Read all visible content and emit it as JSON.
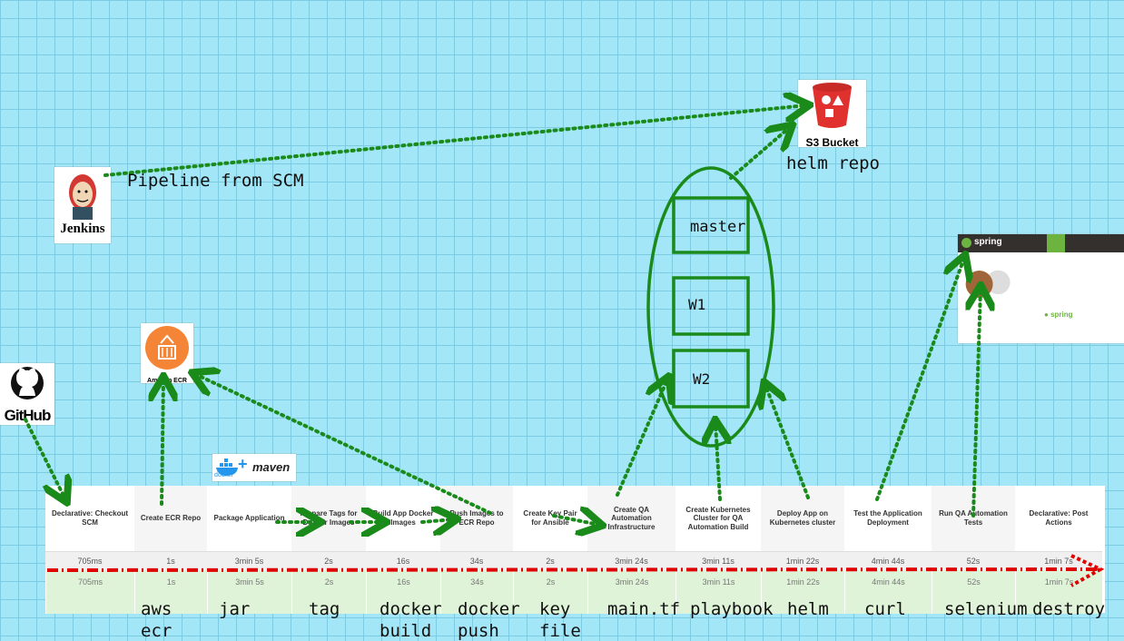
{
  "labels": {
    "pipeline": "Pipeline from SCM",
    "helm_repo": "helm repo",
    "master": "master",
    "w1": "W1",
    "w2": "W2"
  },
  "logos": {
    "jenkins": "Jenkins",
    "github": "GitHub",
    "ecr": "Amazon ECR",
    "s3": "S3 Bucket",
    "docker": "docker",
    "maven": "maven",
    "spring": "spring"
  },
  "stages": [
    {
      "name": "Declarative: Checkout SCM",
      "avg": "705ms",
      "run": "705ms"
    },
    {
      "name": "Create ECR Repo",
      "avg": "1s",
      "run": "1s"
    },
    {
      "name": "Package Application",
      "avg": "3min 5s",
      "run": "3min 5s"
    },
    {
      "name": "Prepare Tags for Docker Images",
      "avg": "2s",
      "run": "2s"
    },
    {
      "name": "Build App Docker Images",
      "avg": "16s",
      "run": "16s"
    },
    {
      "name": "Push Images to ECR Repo",
      "avg": "34s",
      "run": "34s"
    },
    {
      "name": "Create Key Pair for Ansible",
      "avg": "2s",
      "run": "2s"
    },
    {
      "name": "Create QA Automation Infrastructure",
      "avg": "3min 24s",
      "run": "3min 24s"
    },
    {
      "name": "Create Kubernetes Cluster for QA Automation Build",
      "avg": "3min 11s",
      "run": "3min 11s"
    },
    {
      "name": "Deploy App on Kubernetes cluster",
      "avg": "1min 22s",
      "run": "1min 22s"
    },
    {
      "name": "Test the Application Deployment",
      "avg": "4min 44s",
      "run": "4min 44s"
    },
    {
      "name": "Run QA Automation Tests",
      "avg": "52s",
      "run": "52s"
    },
    {
      "name": "Declarative: Post Actions",
      "avg": "1min 7s",
      "run": "1min 7s"
    }
  ],
  "bottom_words": [
    {
      "top": "aws",
      "bottom": "ecr"
    },
    {
      "top": "jar",
      "bottom": ""
    },
    {
      "top": "tag",
      "bottom": ""
    },
    {
      "top": "docker",
      "bottom": "build"
    },
    {
      "top": "docker",
      "bottom": "push"
    },
    {
      "top": "key",
      "bottom": "file"
    },
    {
      "top": "main.tf",
      "bottom": ""
    },
    {
      "top": "playbook",
      "bottom": ""
    },
    {
      "top": "helm",
      "bottom": ""
    },
    {
      "top": "curl",
      "bottom": ""
    },
    {
      "top": "selenium",
      "bottom": ""
    },
    {
      "top": "destroy",
      "bottom": ""
    }
  ],
  "colors": {
    "arrow": "#1a8a1a",
    "timeline": "#e00000",
    "ecr": "#f58536",
    "s3": "#e0312f"
  }
}
